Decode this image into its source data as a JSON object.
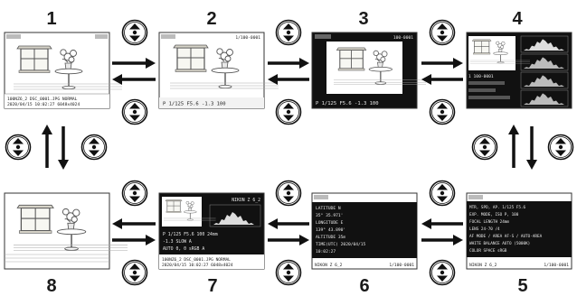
{
  "screens": [
    {
      "id": 1,
      "label": "1"
    },
    {
      "id": 2,
      "label": "2"
    },
    {
      "id": 3,
      "label": "3"
    },
    {
      "id": 4,
      "label": "4"
    },
    {
      "id": 5,
      "label": "5"
    },
    {
      "id": 6,
      "label": "6"
    },
    {
      "id": 7,
      "label": "7"
    },
    {
      "id": 8,
      "label": "8"
    }
  ],
  "screen_text": {
    "s2": {
      "counter": "1/100-0001",
      "bottom": "P   1/125   F5.6   -1.3   100"
    },
    "s3": {
      "counter": "100-0001",
      "bottom": "P   1/125    F5.6   -1.3   100"
    },
    "s4": {
      "counter": "1 100-0001"
    },
    "s5": {
      "lines": [
        "MTR, SPD, AP.   1/125   F5.6",
        "EXP. MODE, ISO   P, 100",
        "FOCAL LENGTH   24mm",
        "LENS   24-70   /4",
        "AF MODE / AREA   AF-S / AUTO-AREA",
        "WHITE BALANCE   AUTO   (5000K)",
        "COLOR SPACE   sRGB"
      ],
      "footer_left": "NIKON Z 6_2",
      "footer_right": "1/100-0001"
    },
    "s6": {
      "lines": [
        "LATITUDE   N",
        "   35° 35.971'",
        "LONGITUDE   E",
        "   139° 43.890'",
        "ALTITUDE   35m",
        "TIME(UTC)   2020/04/15",
        "   10:02:27"
      ],
      "footer_left": "NIKON Z 6_2",
      "footer_right": "1/100-0001"
    },
    "s7": {
      "camera": "NIKON Z 6_2",
      "lines": [
        "P   1/125   F5.6   100   24mm",
        "-1.3   SLOW   A",
        "AUTO   0, 0   sRGB   A"
      ],
      "file": "100NZ6_2  DSC_0001.JPG   NORMAL",
      "date": "2020/04/15  10:02:27   6048x4024"
    },
    "s1": {
      "file": "100NZ6_2  DSC_0001.JPG   NORMAL",
      "date": "2020/04/15  10:02:27   6048x4024"
    }
  }
}
